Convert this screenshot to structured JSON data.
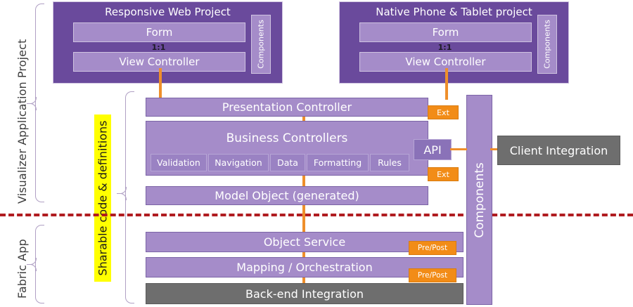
{
  "diagram": {
    "title": "Visualizer / Fabric layered architecture",
    "colors": {
      "project_bg": "#6a4a9c",
      "row_purple": "#a58cc9",
      "row_grey": "#6e6e6e",
      "badge_orange": "#f28c17",
      "connector_orange": "#ef8f2b",
      "divider_red": "#b01c20",
      "highlight_yellow": "#ffff00",
      "bracket_purple": "#b0a0c4"
    },
    "side_labels": {
      "visualizer": "Visualizer Application Project",
      "fabric": "Fabric App"
    },
    "highlight_label": "Sharable code & definitions",
    "projects": [
      {
        "title": "Responsive Web Project",
        "form_label": "Form",
        "ratio": "1:1",
        "view_controller_label": "View Controller",
        "components_label": "Components"
      },
      {
        "title": "Native Phone & Tablet project",
        "form_label": "Form",
        "ratio": "1:1",
        "view_controller_label": "View Controller",
        "components_label": "Components"
      }
    ],
    "visualizer_rows": [
      {
        "label": "Presentation Controller",
        "badge": "Ext"
      },
      {
        "label": "Business Controllers",
        "badge": "Ext",
        "api_label": "API",
        "chips": [
          "Validation",
          "Navigation",
          "Data",
          "Formatting",
          "Rules"
        ]
      },
      {
        "label": "Model Object (generated)"
      }
    ],
    "fabric_rows": [
      {
        "label": "Object Service",
        "badge": "Pre/Post"
      },
      {
        "label": "Mapping / Orchestration",
        "badge": "Pre/Post"
      },
      {
        "label": "Back-end Integration"
      }
    ],
    "components_bar_label": "Components",
    "client_integration_label": "Client Integration"
  }
}
